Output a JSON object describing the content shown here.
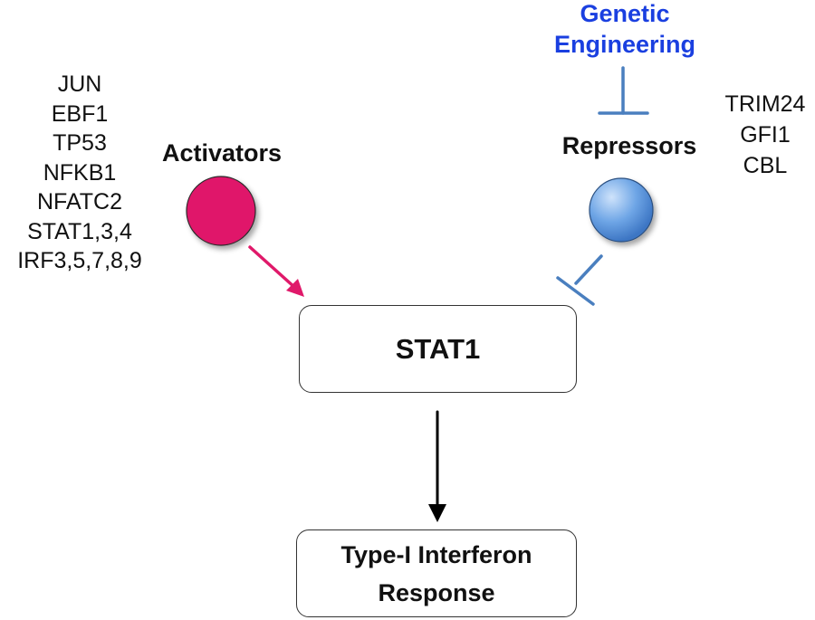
{
  "activators": {
    "label": "Activators",
    "color": "#e0196a",
    "genes": [
      "JUN",
      "EBF1",
      "TP53",
      "NFKB1",
      "NFATC2",
      "STAT1,3,4",
      "IRF3,5,7,8,9"
    ]
  },
  "repressors": {
    "label": "Repressors",
    "color": "#5a94dc",
    "genes": [
      "TRIM24",
      "GFI1",
      "CBL"
    ]
  },
  "genetic_engineering": {
    "label_line1": "Genetic",
    "label_line2": "Engineering",
    "color": "#1a3fe0"
  },
  "nodes": {
    "stat1": "STAT1",
    "response_line1": "Type-I Interferon",
    "response_line2": "Response"
  },
  "colors": {
    "inhibit_line": "#4a7fbf",
    "main_arrow": "#000000"
  }
}
